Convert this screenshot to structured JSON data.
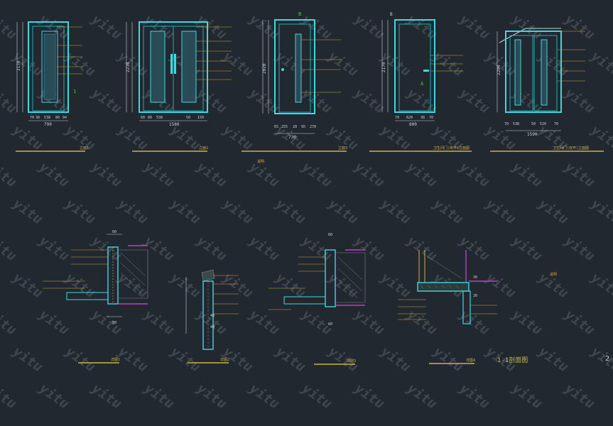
{
  "drawing": {
    "watermark_text": "yitu",
    "colors": {
      "background": "#212830",
      "door_frame": "#3fd8e0",
      "door_leaf": "#1fa9b8",
      "dimension": "#c9d2d6",
      "leader_text": "#d9a43a",
      "title_bar": "#c9b24a",
      "section_magenta": "#c53bc9",
      "green_marker": "#3cd24a",
      "hatch": "#7a8a8a"
    },
    "elevations": [
      {
        "title": "立面1",
        "width_label": "790",
        "height_label": "2170",
        "sub_dims": [
          "70",
          "38",
          "538",
          "80",
          "94"
        ]
      },
      {
        "title": "立面2",
        "width_label": "1580",
        "height_label": "2270",
        "sub_dims": [
          "60",
          "80",
          "538",
          "50",
          "150"
        ]
      },
      {
        "title": "立面3",
        "width_label": "730",
        "height_label": "2020",
        "sub_dims": [
          "65",
          "255",
          "20",
          "95",
          "270"
        ]
      },
      {
        "title": "卫生间门(单开)立面图",
        "width_label": "800",
        "height_label": "2170",
        "sub_dims": [
          "70",
          "620",
          "38",
          "70"
        ]
      },
      {
        "title": "卫生间门(双开)立面图",
        "width_label": "1590",
        "height_label": "2200",
        "sub_dims": [
          "70",
          "538",
          "50",
          "520",
          "70"
        ]
      }
    ],
    "elevation_note": "说明",
    "section_details": [
      {
        "title": "详图1",
        "dim_top": "60",
        "dim_bottom": "90"
      },
      {
        "title": "详图2",
        "dim_top": "40",
        "dim_bottom": "40"
      },
      {
        "title": "详图3",
        "dim_top": "60",
        "dim_bottom": "60"
      },
      {
        "title": "详图4",
        "dim_top": "30",
        "dim_bottom": "30"
      }
    ],
    "section_title": "1-1剖面图",
    "side_note": "说明",
    "page_marker": "2"
  }
}
